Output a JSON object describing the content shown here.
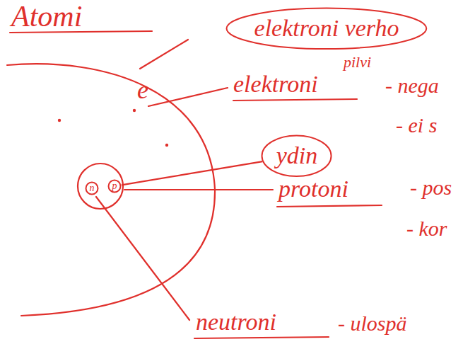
{
  "diagram": {
    "title": "Atomi",
    "nodes": [
      {
        "text": [
          "elektroni verho"
        ]
      },
      {
        "text": [
          "ydin"
        ]
      },
      {
        "text": [
          "n"
        ]
      },
      {
        "text": [
          "p"
        ]
      }
    ],
    "edges": [
      {
        "from": 1,
        "to": 3,
        "arrow": "none"
      }
    ],
    "labels": [
      "pilvi",
      "e",
      "elektroni",
      "- nega",
      "- ei s",
      "protoni",
      "- pos",
      "- kor",
      "neutroni",
      "- ulospä"
    ]
  }
}
